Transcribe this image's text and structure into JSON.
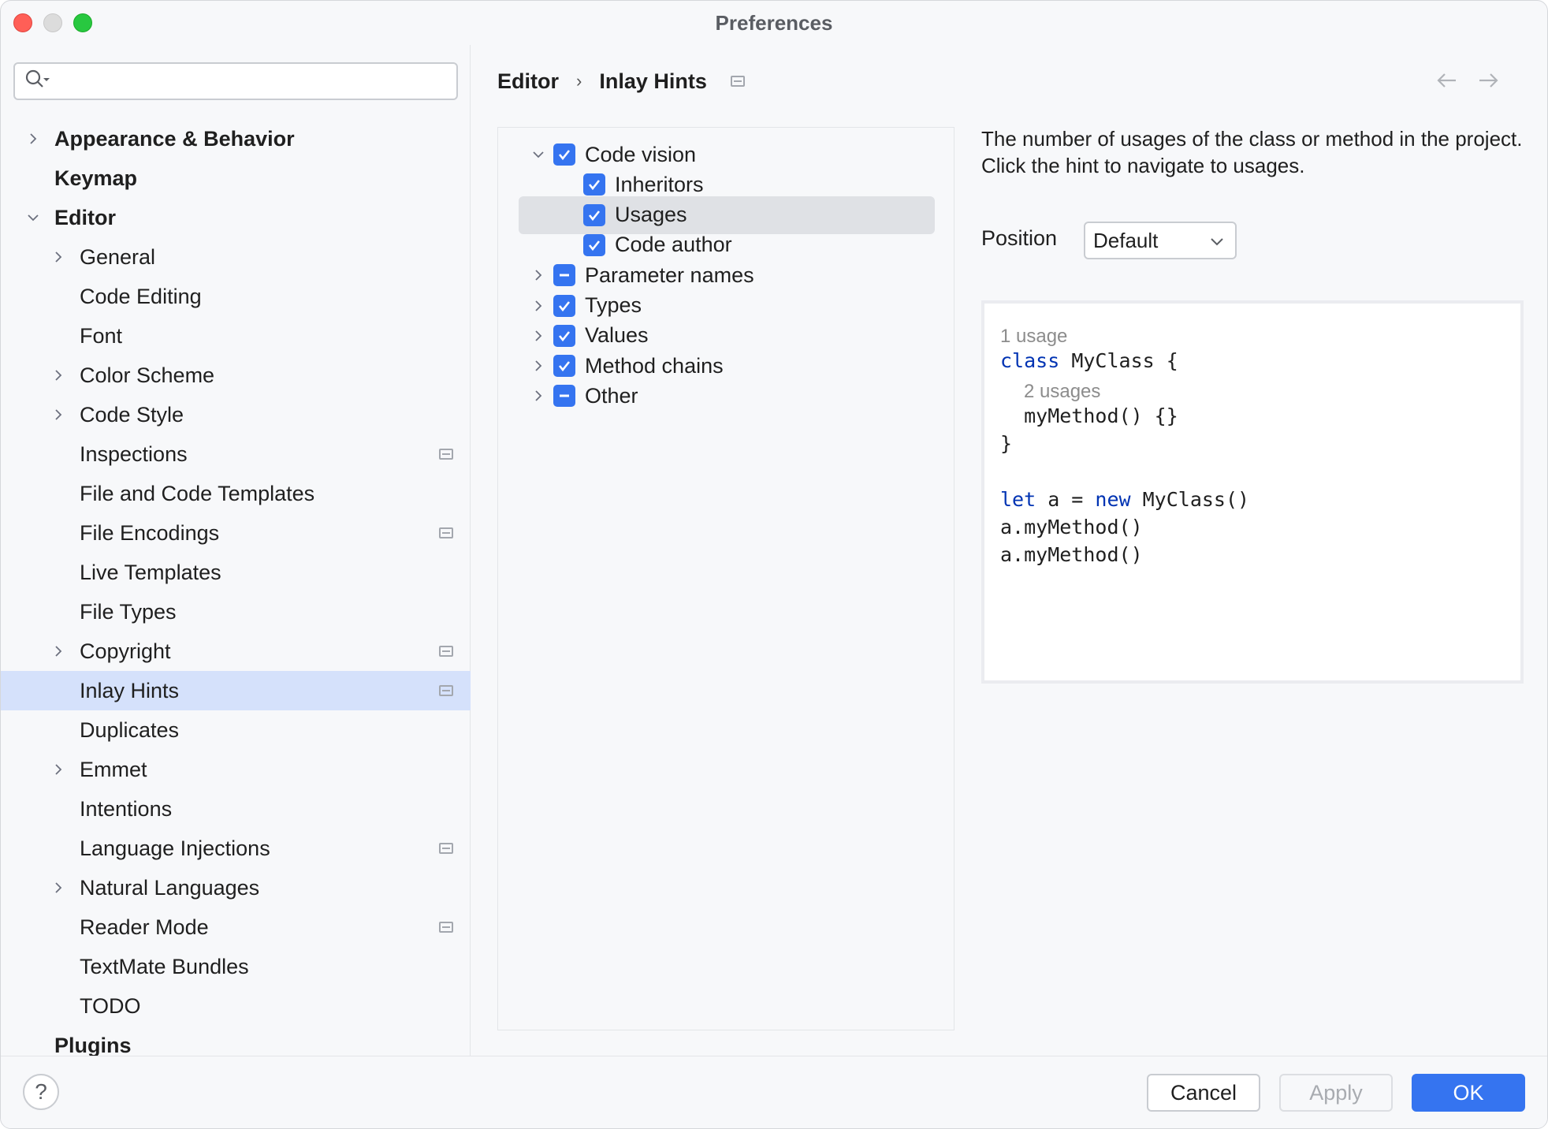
{
  "window": {
    "title": "Preferences"
  },
  "search": {
    "placeholder": "",
    "value": ""
  },
  "sidebar": {
    "items": [
      {
        "label": "Appearance & Behavior",
        "level": 0,
        "bold": true,
        "chevron": "right",
        "badge": false,
        "selected": false
      },
      {
        "label": "Keymap",
        "level": 0,
        "bold": true,
        "chevron": "none",
        "badge": false,
        "selected": false
      },
      {
        "label": "Editor",
        "level": 0,
        "bold": true,
        "chevron": "down",
        "badge": false,
        "selected": false
      },
      {
        "label": "General",
        "level": 1,
        "bold": false,
        "chevron": "right",
        "badge": false,
        "selected": false
      },
      {
        "label": "Code Editing",
        "level": 1,
        "bold": false,
        "chevron": "none",
        "badge": false,
        "selected": false
      },
      {
        "label": "Font",
        "level": 1,
        "bold": false,
        "chevron": "none",
        "badge": false,
        "selected": false
      },
      {
        "label": "Color Scheme",
        "level": 1,
        "bold": false,
        "chevron": "right",
        "badge": false,
        "selected": false
      },
      {
        "label": "Code Style",
        "level": 1,
        "bold": false,
        "chevron": "right",
        "badge": false,
        "selected": false
      },
      {
        "label": "Inspections",
        "level": 1,
        "bold": false,
        "chevron": "none",
        "badge": true,
        "selected": false
      },
      {
        "label": "File and Code Templates",
        "level": 1,
        "bold": false,
        "chevron": "none",
        "badge": false,
        "selected": false
      },
      {
        "label": "File Encodings",
        "level": 1,
        "bold": false,
        "chevron": "none",
        "badge": true,
        "selected": false
      },
      {
        "label": "Live Templates",
        "level": 1,
        "bold": false,
        "chevron": "none",
        "badge": false,
        "selected": false
      },
      {
        "label": "File Types",
        "level": 1,
        "bold": false,
        "chevron": "none",
        "badge": false,
        "selected": false
      },
      {
        "label": "Copyright",
        "level": 1,
        "bold": false,
        "chevron": "right",
        "badge": true,
        "selected": false
      },
      {
        "label": "Inlay Hints",
        "level": 1,
        "bold": false,
        "chevron": "none",
        "badge": true,
        "selected": true
      },
      {
        "label": "Duplicates",
        "level": 1,
        "bold": false,
        "chevron": "none",
        "badge": false,
        "selected": false
      },
      {
        "label": "Emmet",
        "level": 1,
        "bold": false,
        "chevron": "right",
        "badge": false,
        "selected": false
      },
      {
        "label": "Intentions",
        "level": 1,
        "bold": false,
        "chevron": "none",
        "badge": false,
        "selected": false
      },
      {
        "label": "Language Injections",
        "level": 1,
        "bold": false,
        "chevron": "none",
        "badge": true,
        "selected": false
      },
      {
        "label": "Natural Languages",
        "level": 1,
        "bold": false,
        "chevron": "right",
        "badge": false,
        "selected": false
      },
      {
        "label": "Reader Mode",
        "level": 1,
        "bold": false,
        "chevron": "none",
        "badge": true,
        "selected": false
      },
      {
        "label": "TextMate Bundles",
        "level": 1,
        "bold": false,
        "chevron": "none",
        "badge": false,
        "selected": false
      },
      {
        "label": "TODO",
        "level": 1,
        "bold": false,
        "chevron": "none",
        "badge": false,
        "selected": false
      },
      {
        "label": "Plugins",
        "level": 0,
        "bold": true,
        "chevron": "none",
        "badge": false,
        "selected": false
      }
    ]
  },
  "breadcrumb": {
    "parent": "Editor",
    "separator": "›",
    "current": "Inlay Hints"
  },
  "hints": [
    {
      "label": "Code vision",
      "level": 0,
      "chevron": "down",
      "state": "checked",
      "selected": false
    },
    {
      "label": "Inheritors",
      "level": 1,
      "chevron": "none",
      "state": "checked",
      "selected": false
    },
    {
      "label": "Usages",
      "level": 1,
      "chevron": "none",
      "state": "checked",
      "selected": true
    },
    {
      "label": "Code author",
      "level": 1,
      "chevron": "none",
      "state": "checked",
      "selected": false
    },
    {
      "label": "Parameter names",
      "level": 0,
      "chevron": "right",
      "state": "partial",
      "selected": false
    },
    {
      "label": "Types",
      "level": 0,
      "chevron": "right",
      "state": "checked",
      "selected": false
    },
    {
      "label": "Values",
      "level": 0,
      "chevron": "right",
      "state": "checked",
      "selected": false
    },
    {
      "label": "Method chains",
      "level": 0,
      "chevron": "right",
      "state": "checked",
      "selected": false
    },
    {
      "label": "Other",
      "level": 0,
      "chevron": "right",
      "state": "partial",
      "selected": false
    }
  ],
  "details": {
    "description": "The number of usages of the class or method in the project. Click the hint to navigate to usages.",
    "position_label": "Position",
    "position_value": "Default"
  },
  "preview": {
    "hint1": "1 usage",
    "line1_kw": "class",
    "line1_rest": " MyClass {",
    "hint2": "2 usages",
    "line2": "  myMethod() {}",
    "line3": "}",
    "line4_kw1": "let",
    "line4_mid": " a = ",
    "line4_kw2": "new",
    "line4_rest": " MyClass()",
    "line5": "a.myMethod()",
    "line6": "a.myMethod()"
  },
  "footer": {
    "help_label": "?",
    "cancel_label": "Cancel",
    "apply_label": "Apply",
    "ok_label": "OK"
  },
  "colors": {
    "accent": "#3574f0",
    "selection": "#d5e1fb",
    "keyword": "#0033b3",
    "hint_text": "#8c8c8c"
  }
}
